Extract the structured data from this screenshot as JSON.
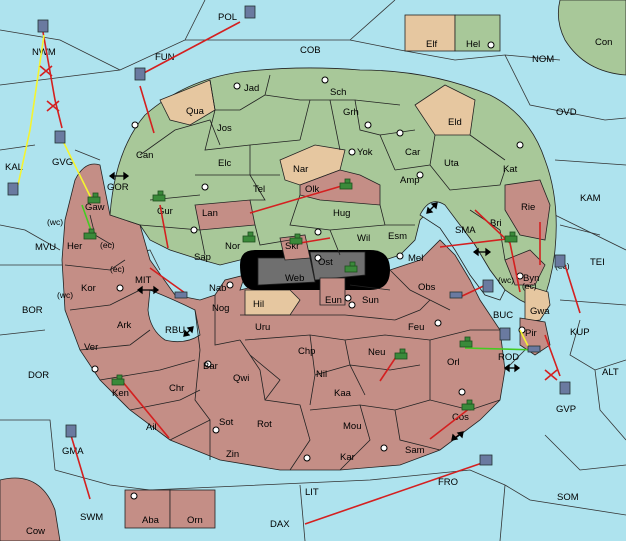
{
  "colors": {
    "sea": "#aee3ee",
    "green": "#a8c899",
    "rose": "#c48e86",
    "tan": "#e6c7a0",
    "dark": "#6f6f6f",
    "land_red": "#c48e86",
    "order_red": "#d42020",
    "order_yellow": "#f4f430",
    "order_green": "#44cc22"
  },
  "sea_labels": [
    "POL",
    "FUN",
    "COB",
    "NOM",
    "OVD",
    "KAM",
    "TEI",
    "ALT",
    "SOM",
    "LIT",
    "DAX",
    "SWM",
    "DOR",
    "BOR",
    "MVU",
    "KAL",
    "GOR",
    "MIT",
    "RBU",
    "BUC",
    "ROD",
    "KUP",
    "SMA",
    "FRO",
    "GVP",
    "GMA",
    "NWM",
    "GVG",
    "Gaw"
  ],
  "land_labels": {
    "green": [
      "Jad",
      "Sch",
      "Jos",
      "Grh",
      "Can",
      "Yok",
      "Car",
      "Elc",
      "Tel",
      "Amp",
      "Uta",
      "Kat",
      "Gur",
      "Hug",
      "Wil",
      "Esm",
      "Sap",
      "Nor",
      "Bri",
      "Eld",
      "Hel"
    ],
    "tan": [
      "Qua",
      "Nar",
      "Hil",
      "Gwa",
      "Elf"
    ],
    "rose": [
      "Olk",
      "Lan",
      "Skr",
      "Mel",
      "Obs",
      "Byn",
      "Rie",
      "Her",
      "Kor",
      "Ark",
      "Ver",
      "Ken",
      "Ail",
      "Chr",
      "Bar",
      "Qwi",
      "Nog",
      "Nab",
      "Uru",
      "Sun",
      "Eun",
      "Feu",
      "Chp",
      "Nil",
      "Neu",
      "Orl",
      "Kaa",
      "Sot",
      "Rot",
      "Mou",
      "Zin",
      "Kar",
      "Sam",
      "Cos",
      "Pir",
      "Aba",
      "Orn",
      "Cow"
    ],
    "dark": [
      "Web",
      "Ost"
    ],
    "con": [
      "Con"
    ]
  },
  "coast_tags": [
    "(wc)",
    "(ec)",
    "(ec)",
    "(wc)",
    "(wc)",
    "(ec)",
    "(ec)"
  ]
}
